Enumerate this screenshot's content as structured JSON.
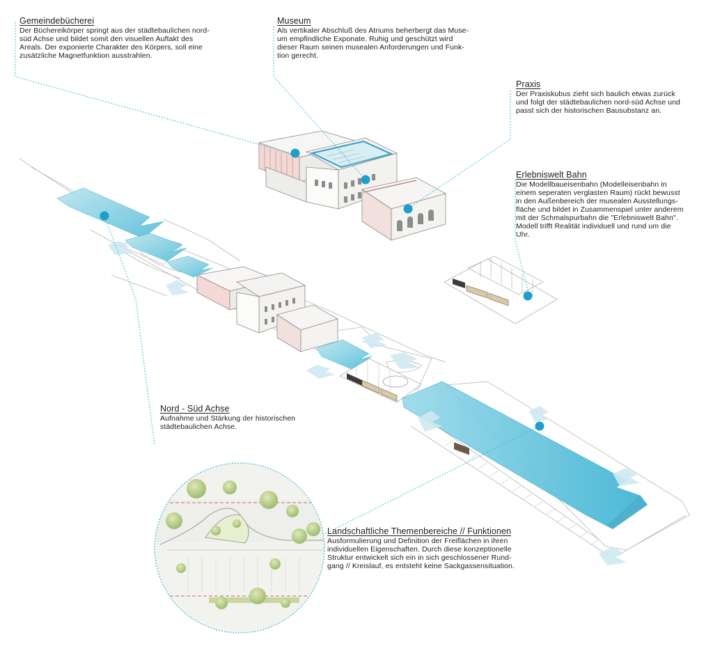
{
  "colors": {
    "accent": "#2fb6d4",
    "accent_light": "#8fd3e6",
    "arrow_fill": "#7fcfe2",
    "pink_facade": "#f2d9d7",
    "building": "#f4f2ef",
    "line": "#9a9a9a",
    "green": "#b9cf8a"
  },
  "annotations": [
    {
      "id": "gemeindebuecherei",
      "title": "Gemeindebücherei",
      "body": "Der Büchereikörper springt aus der städtebaulichen nord-\nsüd Achse und bildet somit den visuellen Auftakt des\nAreals. Der exponierte Charakter des Körpers, soll eine\nzusätzliche Magnetfunktion ausstrahlen."
    },
    {
      "id": "museum",
      "title": "Museum",
      "body": "Als vertikaler Abschluß des Atriums beherbergt das Muse-\num empfindliche Exponate. Ruhig und geschützt wird\ndieser Raum seinen musealen Anforderungen und Funk-\ntion gerecht."
    },
    {
      "id": "praxis",
      "title": "Praxis",
      "body": "Der Praxiskubus zieht sich baulich etwas zurück\nund folgt der städtebaulichen nord-süd Achse und\npasst sich der historischen Bausubstanz an."
    },
    {
      "id": "erlebniswelt",
      "title": "Erlebniswelt Bahn",
      "body": "Die Modellbaueisenbahn (Modelleisenbahn in\neinem seperaten verglasten Raum) rückt bewusst\nin den Außenbereich der musealen Ausstellungs-\nfläche und bildet in Zusammenspiel unter anderem\nmit der Schmalspurbahn die \"Erlebniswelt Bahn\".\nModell trifft Realität individuell und rund um die\nUhr."
    },
    {
      "id": "nord-sued",
      "title": "Nord - Süd Achse",
      "body": "Aufnahme und Stärkung der historischen\nstädtebaulichen Achse."
    },
    {
      "id": "landschaft",
      "title": "Landschaftliche Themenbereiche // Funktionen",
      "body": "Ausformulierung und Definition der Freiflächen in ihren\nindividuellen Eigenschaften. Durch diese konzeptionelle\nStruktur entwickelt sich ein in sich geschlossener Rund-\ngang // Kreislauf, es entsteht keine Sackgassensituation."
    }
  ],
  "icons": {
    "marker": "location-dot-icon",
    "arrow": "direction-arrow-icon",
    "tree": "tree-icon",
    "train": "train-icon"
  }
}
